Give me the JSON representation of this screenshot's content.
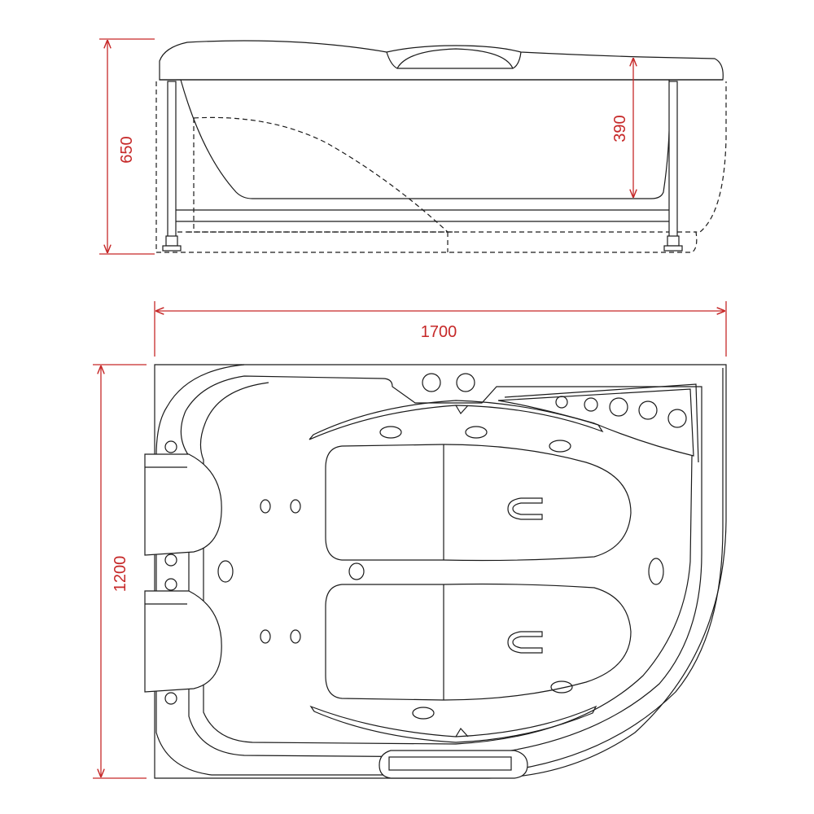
{
  "dimensions": {
    "height_total": "650",
    "inner_depth": "390",
    "length": "1700",
    "width": "1200"
  },
  "colors": {
    "dimension": "#c62828",
    "line": "#1a1a1a",
    "background": "#ffffff"
  }
}
